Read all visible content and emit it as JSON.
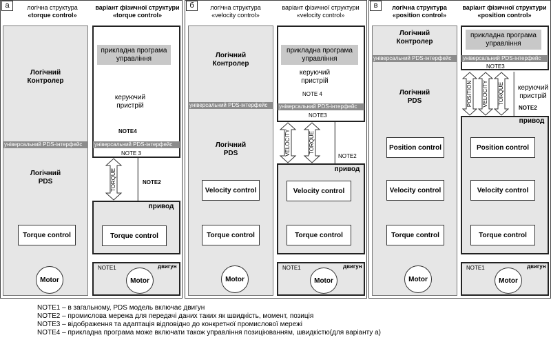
{
  "panels": {
    "a": {
      "tag": "а",
      "left_header": [
        "логічна структура",
        "«torque control»"
      ],
      "right_header": [
        "варіант фізичної структури",
        "«torque control»"
      ],
      "logic_controller": [
        "Логічний",
        "Контролер"
      ],
      "interface": "універсальний PDS-інтерфейс",
      "logic_pds": [
        "Логічний",
        "PDS"
      ],
      "control": "Torque control",
      "motor": "Motor",
      "app_program": [
        "прикладна програма",
        "управління"
      ],
      "device": [
        "керуючий",
        "пристрій"
      ],
      "note4": "NOTE4",
      "note3": "NOTE 3",
      "arrow": "TORQUE",
      "note2": "NOTE2",
      "drive": "привод",
      "note1": "NOTE1",
      "motor_box": "двигун"
    },
    "b": {
      "tag": "б",
      "left_header": [
        "логічна структура",
        "«velocity control»"
      ],
      "right_header": [
        "варіант фізичної структури",
        "«velocity control»"
      ],
      "logic_controller": [
        "Логічний",
        "Контролер"
      ],
      "interface": "універсальний PDS-інтерфейс",
      "logic_pds": [
        "Логічний",
        "PDS"
      ],
      "control1": "Velocity control",
      "control2": "Torque control",
      "motor": "Motor",
      "app_program": [
        "прикладна програма",
        "управління"
      ],
      "device": [
        "керуючий",
        "пристрій"
      ],
      "note4": "NOTE 4",
      "note3": "NOTE3",
      "arrows": [
        "VELOCITY",
        "TORQUE"
      ],
      "note2": "NOTE2",
      "drive": "привод",
      "note1": "NOTE1",
      "motor_box": "двигун"
    },
    "c": {
      "tag": "в",
      "left_header": [
        "логічна структура",
        "«position control»"
      ],
      "right_header": [
        "варіант фізичної структури",
        "«position control»"
      ],
      "logic_controller": [
        "Логічний",
        "Контролер"
      ],
      "interface": "універсальний PDS-інтерфейс",
      "logic_pds": [
        "Логічний",
        "PDS"
      ],
      "control1": "Position control",
      "control2": "Velocity control",
      "control3": "Torque control",
      "motor": "Motor",
      "app_program": [
        "прикладна програма",
        "управління"
      ],
      "note3": "NOTE3",
      "arrows": [
        "POSITION",
        "VELOCITY",
        "TORQUE"
      ],
      "device": [
        "керуючий",
        "пристрій"
      ],
      "note2": "NOTE2",
      "drive": "привод",
      "note1": "NOTE1",
      "motor_box": "двигун"
    }
  },
  "legend": [
    "NOTE1 – в загальному, PDS модель включає двигун",
    "NOTE2 – промислова мережа для передачі даних таких як швидкість, момент, позиція",
    "NOTE3 – відображення та адаптація відповідно до конкретної промислової мережі",
    "NOTE4 – прикладна програма може включати також управління позиціюванням, швидкістю(для варіанту а)"
  ]
}
